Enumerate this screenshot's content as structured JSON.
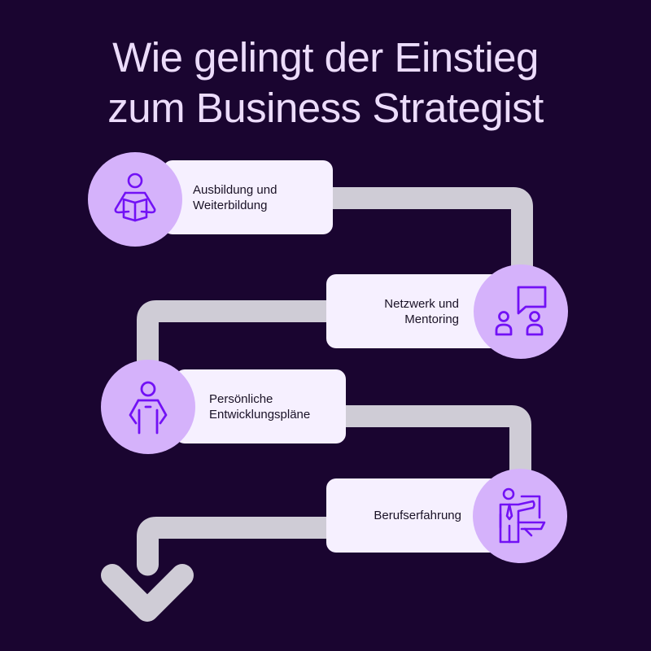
{
  "title": {
    "line1": "Wie gelingt der Einstieg",
    "line2": "zum Business Strategist"
  },
  "colors": {
    "background": "#1a0530",
    "title": "#ecdcfb",
    "card": "#f6f0ff",
    "circle": "#d5b2fb",
    "icon": "#7211f5",
    "connector": "#cfccd6",
    "text": "#1a1226"
  },
  "steps": [
    {
      "line1": "Ausbildung und",
      "line2": "Weiterbildung",
      "icon": "reading-person-icon"
    },
    {
      "line1": "Netzwerk und",
      "line2": "Mentoring",
      "icon": "mentoring-chat-icon"
    },
    {
      "line1": "Persönliche",
      "line2": "Entwicklungspläne",
      "icon": "confident-person-icon"
    },
    {
      "line1": "Berufserfahrung",
      "line2": "",
      "icon": "presenter-icon"
    }
  ],
  "end_marker": "chevron-down-icon"
}
